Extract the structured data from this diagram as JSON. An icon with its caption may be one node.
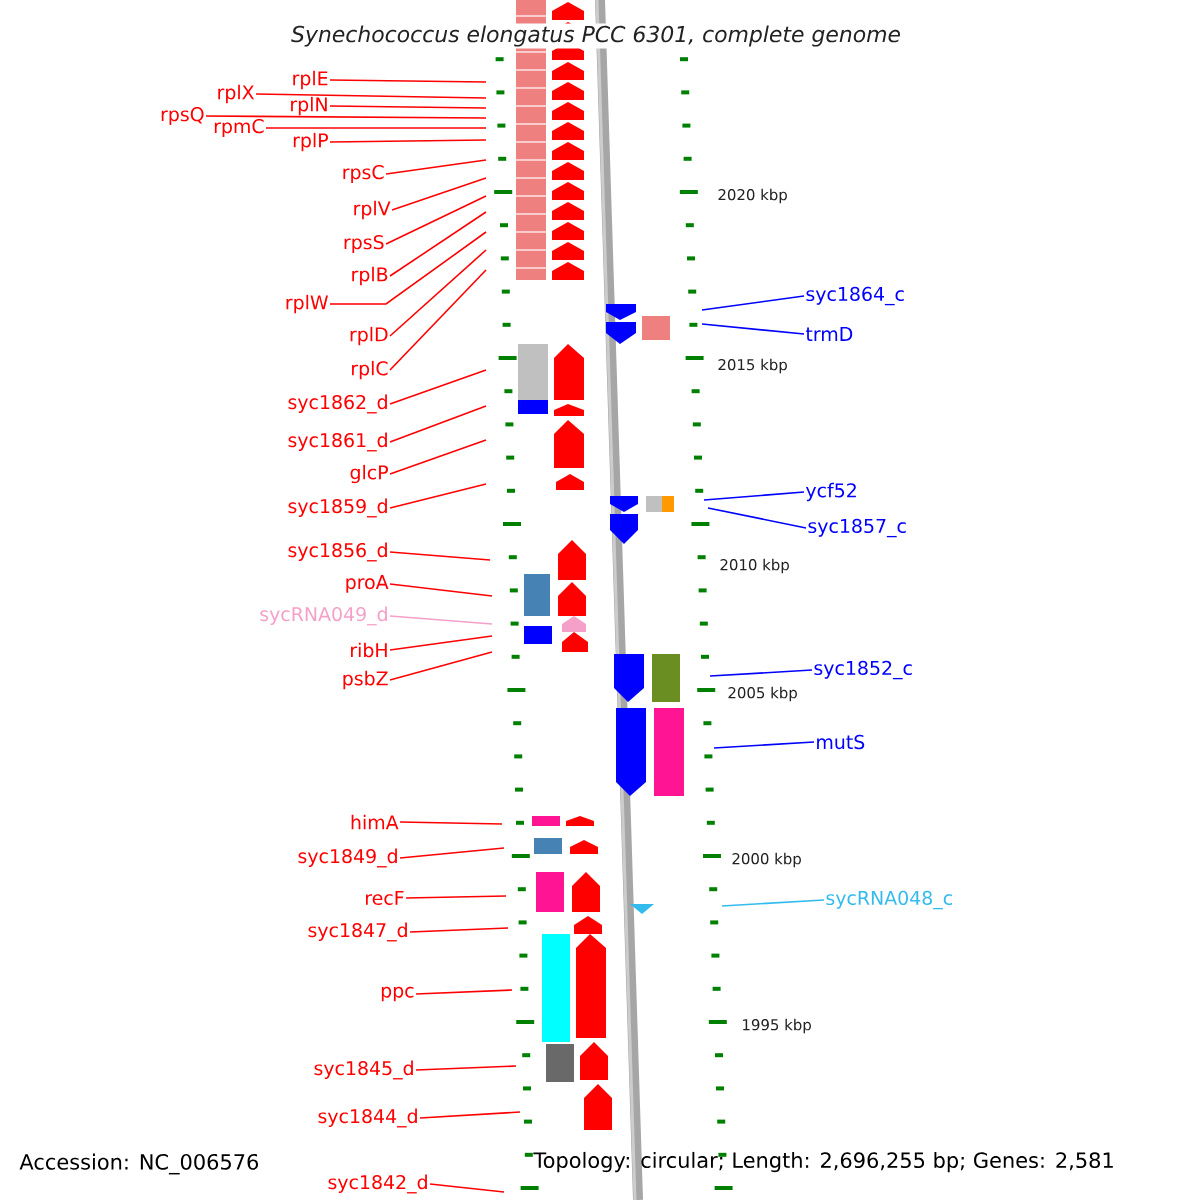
{
  "diagram": {
    "title": "Synechococcus elongatus PCC 6301, complete genome",
    "nodes": [
      {
        "text": [
          "rplE"
        ]
      },
      {
        "text": [
          "rplX"
        ]
      },
      {
        "text": [
          "rplN"
        ]
      },
      {
        "text": [
          "rpsQ"
        ]
      },
      {
        "text": [
          "rpmC"
        ]
      },
      {
        "text": [
          "rplP"
        ]
      },
      {
        "text": [
          "rpsC"
        ]
      },
      {
        "text": [
          "rplV"
        ]
      },
      {
        "text": [
          "rpsS"
        ]
      },
      {
        "text": [
          "rplB"
        ]
      },
      {
        "text": [
          "rplW"
        ]
      },
      {
        "text": [
          "rplD"
        ]
      },
      {
        "text": [
          "rplC"
        ]
      },
      {
        "text": [
          "syc1862_d"
        ]
      },
      {
        "text": [
          "syc1861_d"
        ]
      },
      {
        "text": [
          "glcP"
        ]
      },
      {
        "text": [
          "syc1859_d"
        ]
      },
      {
        "text": [
          "syc1856_d"
        ]
      },
      {
        "text": [
          "proA"
        ]
      },
      {
        "text": [
          "sycRNA049_d"
        ]
      },
      {
        "text": [
          "ribH"
        ]
      },
      {
        "text": [
          "psbZ"
        ]
      },
      {
        "text": [
          "himA"
        ]
      },
      {
        "text": [
          "syc1849_d"
        ]
      },
      {
        "text": [
          "recF"
        ]
      },
      {
        "text": [
          "syc1847_d"
        ]
      },
      {
        "text": [
          "ppc"
        ]
      },
      {
        "text": [
          "syc1845_d"
        ]
      },
      {
        "text": [
          "syc1844_d"
        ]
      },
      {
        "text": [
          "syc1842_d"
        ]
      },
      {
        "text": [
          "syc1864_c"
        ]
      },
      {
        "text": [
          "trmD"
        ]
      },
      {
        "text": [
          "ycf52"
        ]
      },
      {
        "text": [
          "syc1857_c"
        ]
      },
      {
        "text": [
          "syc1852_c"
        ]
      },
      {
        "text": [
          "mutS"
        ]
      },
      {
        "text": [
          "sycRNA048_c"
        ]
      }
    ],
    "edges": [
      {
        "from": 0,
        "to": null,
        "arrow": "none"
      },
      {
        "from": 1,
        "to": null,
        "arrow": "none"
      },
      {
        "from": 2,
        "to": null,
        "arrow": "none"
      },
      {
        "from": 3,
        "to": null,
        "arrow": "none"
      },
      {
        "from": 4,
        "to": null,
        "arrow": "none"
      },
      {
        "from": 5,
        "to": null,
        "arrow": "none"
      },
      {
        "from": 6,
        "to": null,
        "arrow": "none"
      },
      {
        "from": 7,
        "to": null,
        "arrow": "none"
      },
      {
        "from": 8,
        "to": null,
        "arrow": "none"
      },
      {
        "from": 9,
        "to": null,
        "arrow": "none"
      },
      {
        "from": 10,
        "to": null,
        "arrow": "none"
      },
      {
        "from": 11,
        "to": null,
        "arrow": "none"
      },
      {
        "from": 12,
        "to": null,
        "arrow": "none"
      },
      {
        "from": 13,
        "to": null,
        "arrow": "none"
      },
      {
        "from": 14,
        "to": null,
        "arrow": "none"
      },
      {
        "from": 15,
        "to": null,
        "arrow": "none"
      },
      {
        "from": 16,
        "to": null,
        "arrow": "none"
      },
      {
        "from": 17,
        "to": null,
        "arrow": "none"
      },
      {
        "from": 18,
        "to": null,
        "arrow": "none"
      },
      {
        "from": 19,
        "to": null,
        "arrow": "none",
        "color": "#f4a0c8"
      },
      {
        "from": 20,
        "to": null,
        "arrow": "none"
      },
      {
        "from": 21,
        "to": null,
        "arrow": "none"
      },
      {
        "from": 22,
        "to": null,
        "arrow": "none"
      },
      {
        "from": 23,
        "to": null,
        "arrow": "none"
      },
      {
        "from": 24,
        "to": null,
        "arrow": "none"
      },
      {
        "from": 25,
        "to": null,
        "arrow": "none"
      },
      {
        "from": 26,
        "to": null,
        "arrow": "none"
      },
      {
        "from": 27,
        "to": null,
        "arrow": "none"
      },
      {
        "from": 28,
        "to": null,
        "arrow": "none"
      },
      {
        "from": 29,
        "to": null,
        "arrow": "none"
      },
      {
        "from": 30,
        "to": null,
        "arrow": "none",
        "color": "#0000ff"
      },
      {
        "from": 31,
        "to": null,
        "arrow": "none",
        "color": "#0000ff"
      },
      {
        "from": 32,
        "to": null,
        "arrow": "none",
        "color": "#0000ff"
      },
      {
        "from": 33,
        "to": null,
        "arrow": "none",
        "color": "#0000ff"
      },
      {
        "from": 34,
        "to": null,
        "arrow": "none",
        "color": "#0000ff"
      },
      {
        "from": 35,
        "to": null,
        "arrow": "none",
        "color": "#0000ff"
      },
      {
        "from": 36,
        "to": null,
        "arrow": "none",
        "color": "#33bbee"
      }
    ],
    "labels": [
      "2020 kbp",
      "2015 kbp",
      "2010 kbp",
      "2005 kbp",
      "2000 kbp",
      "1995 kbp",
      "Accession: NC_006576",
      "Topology: circular; Length: 2,696,255 bp; Genes: 2,581"
    ]
  }
}
